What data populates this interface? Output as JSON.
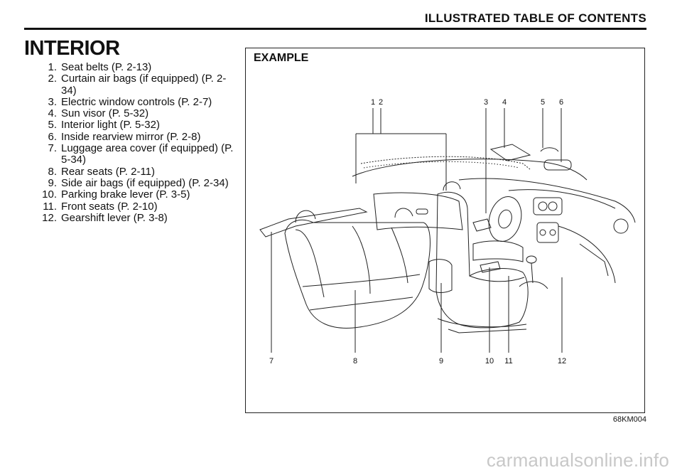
{
  "header": {
    "title": "ILLUSTRATED TABLE OF CONTENTS"
  },
  "section": {
    "title": "INTERIOR"
  },
  "toc": [
    {
      "num": "1.",
      "text": "Seat belts (P. 2-13)"
    },
    {
      "num": "2.",
      "text": "Curtain air bags (if equipped) (P. 2-34)"
    },
    {
      "num": "3.",
      "text": "Electric window controls (P. 2-7)"
    },
    {
      "num": "4.",
      "text": "Sun visor (P. 5-32)"
    },
    {
      "num": "5.",
      "text": "Interior light (P. 5-32)"
    },
    {
      "num": "6.",
      "text": "Inside rearview mirror (P. 2-8)"
    },
    {
      "num": "7.",
      "text": "Luggage area cover (if equipped) (P. 5-34)"
    },
    {
      "num": "8.",
      "text": "Rear seats (P. 2-11)"
    },
    {
      "num": "9.",
      "text": "Side air bags (if equipped) (P. 2-34)"
    },
    {
      "num": "10.",
      "text": "Parking brake lever (P. 3-5)"
    },
    {
      "num": "11.",
      "text": "Front seats (P. 2-10)"
    },
    {
      "num": "12.",
      "text": "Gearshift lever (P. 3-8)"
    }
  ],
  "example": {
    "label": "EXAMPLE",
    "callouts_top": [
      "1",
      "2",
      "3",
      "4",
      "5",
      "6"
    ],
    "callouts_bottom": [
      "7",
      "8",
      "9",
      "10",
      "11",
      "12"
    ]
  },
  "figure_code": "68KM004",
  "watermark": "carmanualsonline.info"
}
